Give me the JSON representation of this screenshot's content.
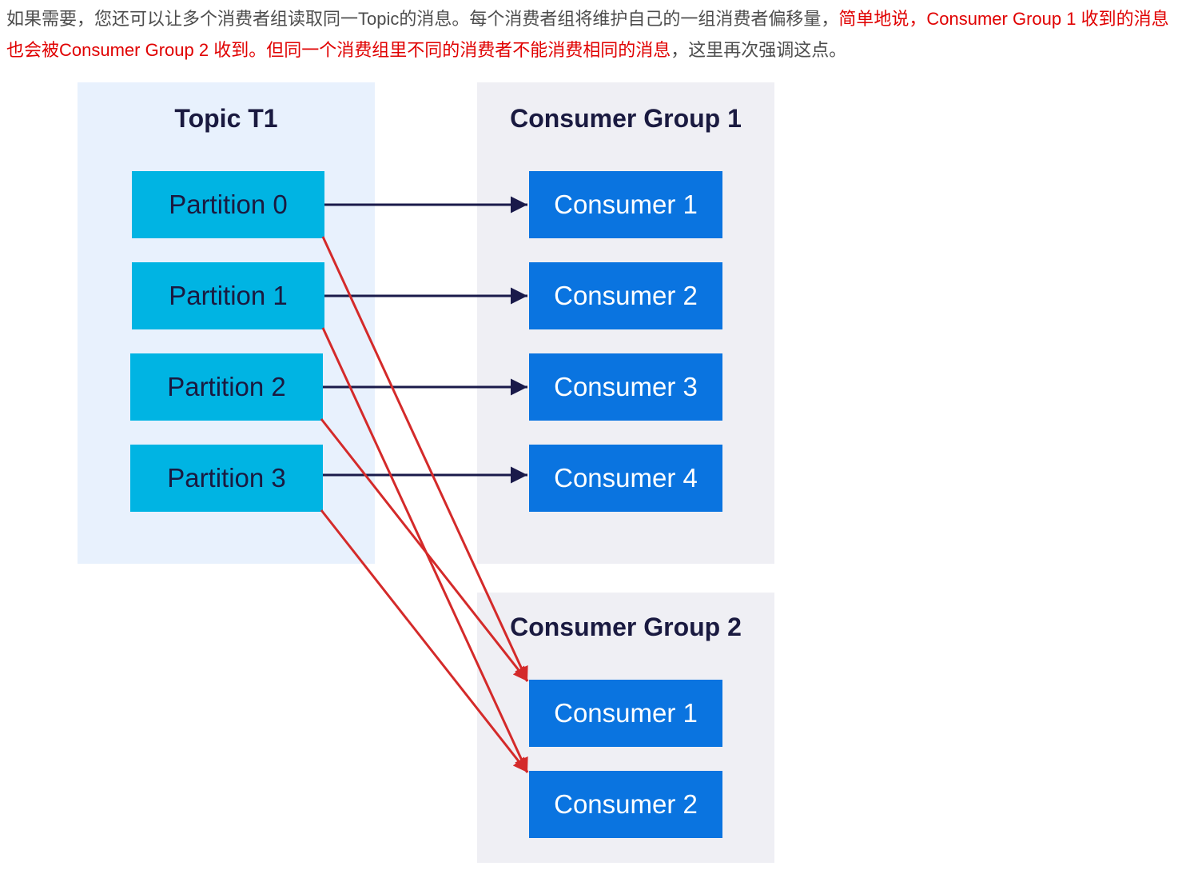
{
  "paragraph": {
    "normal_1": "如果需要，您还可以让多个消费者组读取同一Topic的消息。每个消费者组将维护自己的一组消费者偏移量，",
    "highlight": "简单地说，Consumer Group 1 收到的消息也会被Consumer Group 2 收到。但同一个消费组里不同的消费者不能消费相同的消息",
    "normal_2": "，这里再次强调这点。"
  },
  "diagram": {
    "topic": {
      "title": "Topic T1",
      "partitions": [
        "Partition 0",
        "Partition 1",
        "Partition 2",
        "Partition 3"
      ]
    },
    "group1": {
      "title": "Consumer Group 1",
      "consumers": [
        "Consumer 1",
        "Consumer 2",
        "Consumer 3",
        "Consumer 4"
      ]
    },
    "group2": {
      "title": "Consumer Group 2",
      "consumers": [
        "Consumer 1",
        "Consumer 2"
      ]
    },
    "edges_group1": [
      {
        "from": "Partition 0",
        "to": "Consumer 1"
      },
      {
        "from": "Partition 1",
        "to": "Consumer 2"
      },
      {
        "from": "Partition 2",
        "to": "Consumer 3"
      },
      {
        "from": "Partition 3",
        "to": "Consumer 4"
      }
    ],
    "edges_group2": [
      {
        "from": "Partition 0",
        "to": "Consumer 1"
      },
      {
        "from": "Partition 1",
        "to": "Consumer 2"
      },
      {
        "from": "Partition 2",
        "to": "Consumer 1"
      },
      {
        "from": "Partition 3",
        "to": "Consumer 2"
      }
    ],
    "colors": {
      "topic_panel": "#e8f1fd",
      "group_panel": "#efeff4",
      "partition": "#00b4e3",
      "consumer": "#0a74e0",
      "arrow_group1": "#1a1a4a",
      "arrow_group2": "#d42a2a"
    }
  }
}
